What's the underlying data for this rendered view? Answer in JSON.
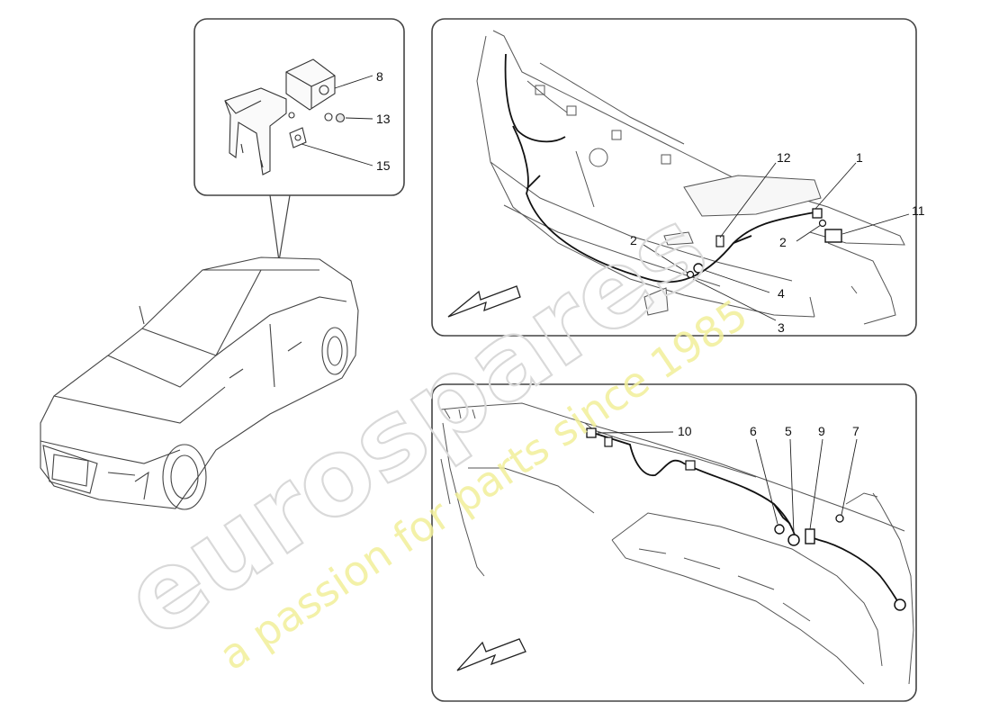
{
  "panels": {
    "module_detail": {
      "callouts": [
        "8",
        "13",
        "15"
      ]
    },
    "front_bumper": {
      "callouts": [
        "12",
        "1",
        "11",
        "2",
        "2",
        "4",
        "3"
      ]
    },
    "rear_bumper": {
      "callouts": [
        "10",
        "6",
        "5",
        "9",
        "7"
      ]
    }
  },
  "watermark": {
    "brand": "eurospares",
    "tagline": "a passion for parts since 1985"
  }
}
